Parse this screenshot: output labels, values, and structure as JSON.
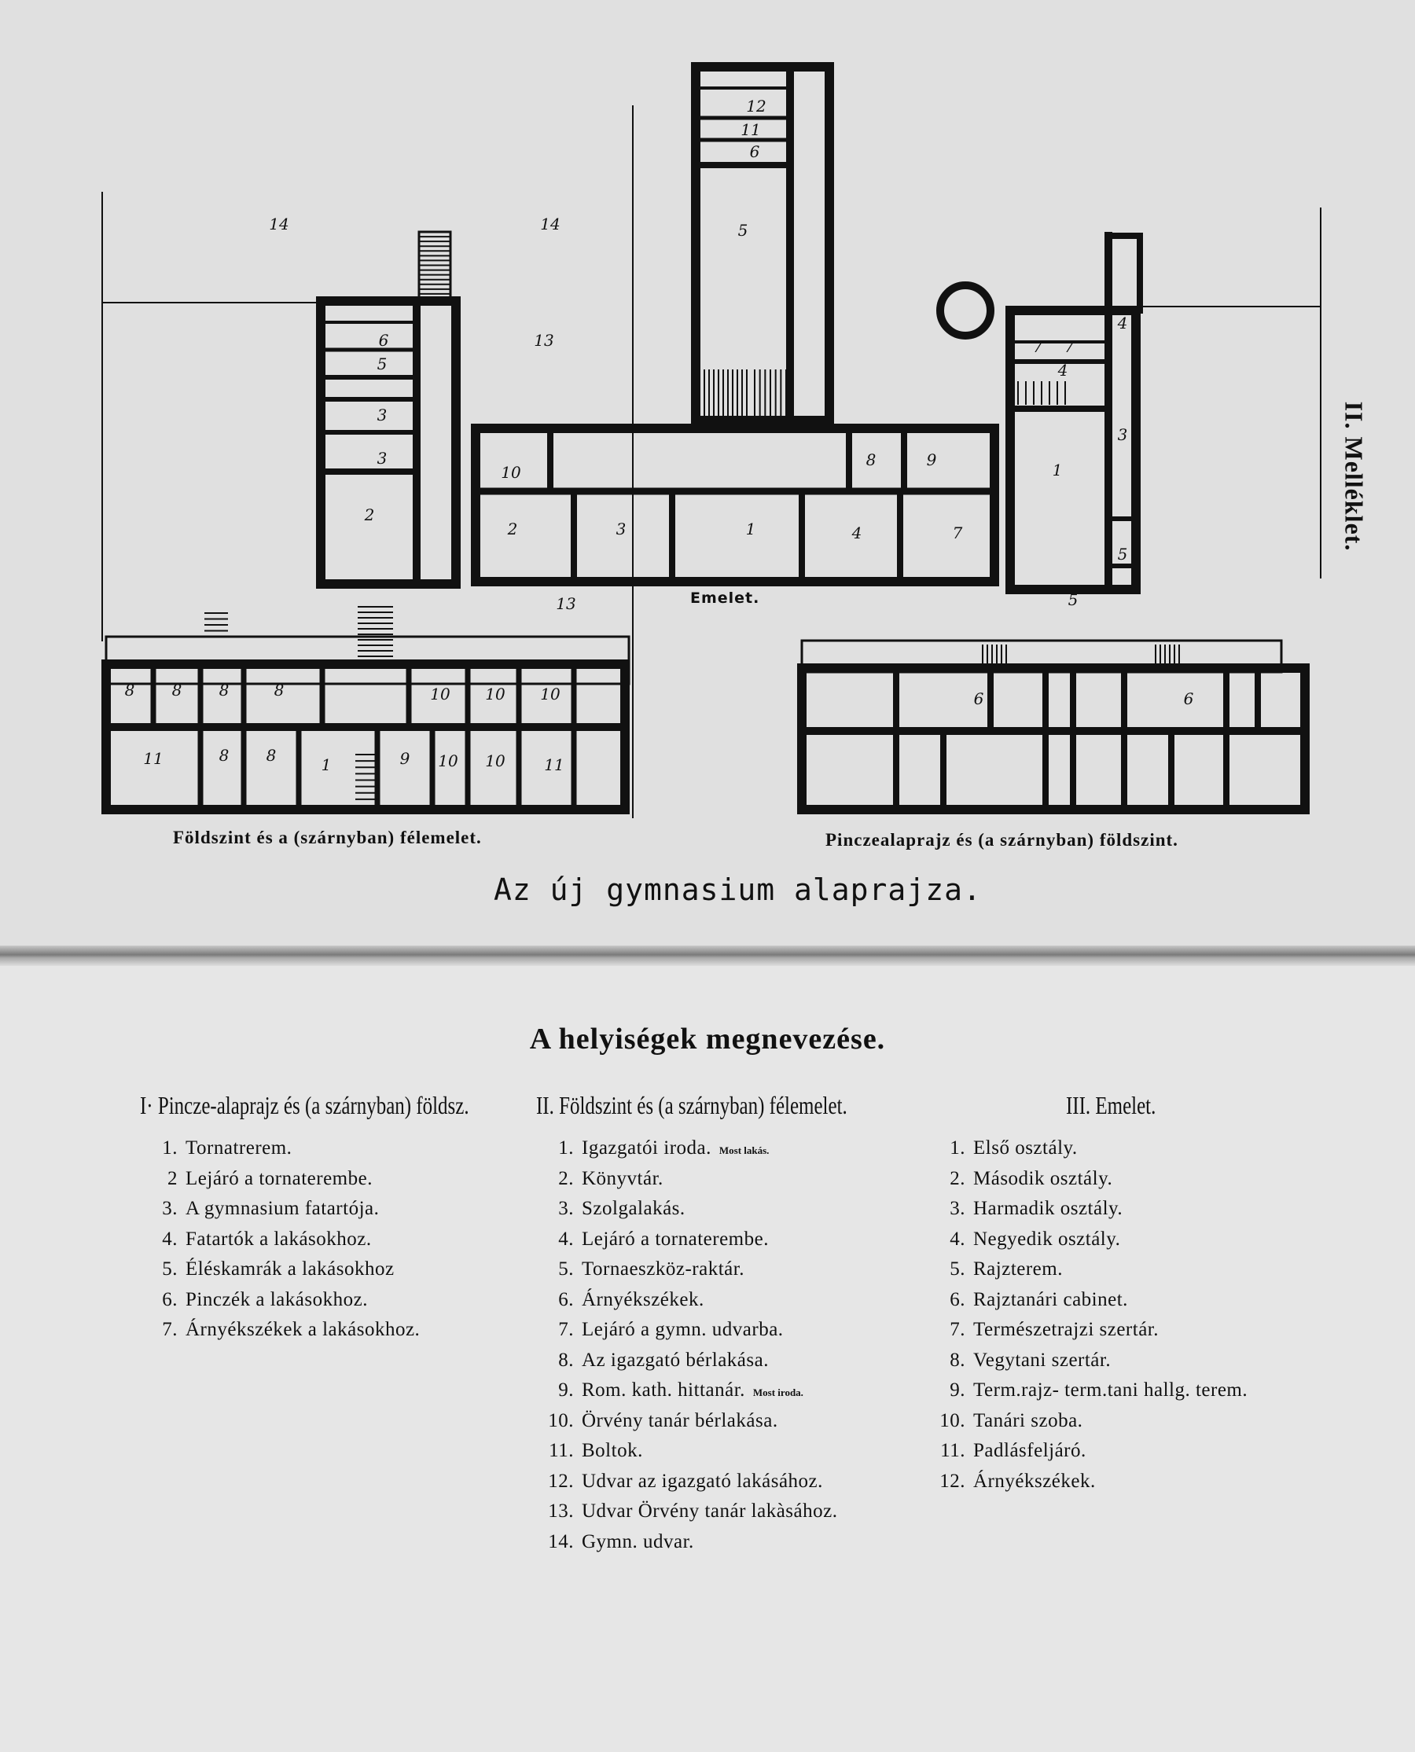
{
  "side_label": "II. Melléklet.",
  "plan": {
    "title": "Az új gymnasium alaprajza.",
    "caption_left": "Földszint és a (szárnyban) félemelet.",
    "caption_right": "Pinczealaprajz és (a szárnyban) földszint.",
    "center_label": "Emelet.",
    "room_numbers": {
      "tower": [
        "12",
        "11",
        "6",
        "5"
      ],
      "left_wing": [
        "6",
        "5",
        "3",
        "3",
        "2"
      ],
      "center_top": [
        "10",
        "8",
        "9"
      ],
      "center_bottom": [
        "2",
        "3",
        "1",
        "4",
        "7"
      ],
      "right_wing": [
        "7",
        "7",
        "4",
        "4",
        "1",
        "3",
        "5",
        "5"
      ],
      "courtyards": [
        "14",
        "14",
        "13",
        "13"
      ],
      "left_ground_top": [
        "8",
        "8",
        "8",
        "8",
        "10",
        "10",
        "10"
      ],
      "left_ground_bottom": [
        "11",
        "8",
        "8",
        "1",
        "9",
        "10",
        "10",
        "11"
      ],
      "right_ground": [
        "6",
        "6"
      ]
    }
  },
  "legend": {
    "title": "A helyiségek megnevezése.",
    "columns": [
      {
        "heading": "I· Pincze-alaprajz és (a szárnyban) földsz.",
        "items": [
          {
            "num": "1.",
            "text": "Tornatrerem."
          },
          {
            "num": "2",
            "text": "Lejáró a tornaterembe."
          },
          {
            "num": "3.",
            "text": "A gymnasium fatartója."
          },
          {
            "num": "4.",
            "text": "Fatartók a lakásokhoz."
          },
          {
            "num": "5.",
            "text": "Éléskamrák a lakásokhoz"
          },
          {
            "num": "6.",
            "text": "Pinczék a lakásokhoz."
          },
          {
            "num": "7.",
            "text": "Árnyékszékek a lakásokhoz."
          }
        ]
      },
      {
        "heading": "II. Földszint és (a szárnyban) félemelet.",
        "items": [
          {
            "num": "1.",
            "text": "Igazgatói iroda.",
            "note": "Most lakás."
          },
          {
            "num": "2.",
            "text": "Könyvtár."
          },
          {
            "num": "3.",
            "text": "Szolgalakás."
          },
          {
            "num": "4.",
            "text": "Lejáró a tornaterembe."
          },
          {
            "num": "5.",
            "text": "Tornaeszköz-raktár."
          },
          {
            "num": "6.",
            "text": "Árnyékszékek."
          },
          {
            "num": "7.",
            "text": "Lejáró a gymn. udvarba."
          },
          {
            "num": "8.",
            "text": "Az igazgató bérlakása."
          },
          {
            "num": "9.",
            "text": "Rom. kath. hittanár.",
            "note": "Most iroda."
          },
          {
            "num": "10.",
            "text": "Örvény tanár bérlakása."
          },
          {
            "num": "11.",
            "text": "Boltok."
          },
          {
            "num": "12.",
            "text": "Udvar az igazgató lakásához."
          },
          {
            "num": "13.",
            "text": "Udvar Örvény tanár lakàsához."
          },
          {
            "num": "14.",
            "text": "Gymn. udvar."
          }
        ]
      },
      {
        "heading": "III. Emelet.",
        "items": [
          {
            "num": "1.",
            "text": "Első osztály."
          },
          {
            "num": "2.",
            "text": "Második osztály."
          },
          {
            "num": "3.",
            "text": "Harmadik osztály."
          },
          {
            "num": "4.",
            "text": "Negyedik osztály."
          },
          {
            "num": "5.",
            "text": "Rajzterem."
          },
          {
            "num": "6.",
            "text": "Rajztanári cabinet."
          },
          {
            "num": "7.",
            "text": "Természetrajzi szertár."
          },
          {
            "num": "8.",
            "text": "Vegytani szertár."
          },
          {
            "num": "9.",
            "text": "Term.rajz- term.tani hallg. terem."
          },
          {
            "num": "10.",
            "text": "Tanári szoba."
          },
          {
            "num": "11.",
            "text": "Padlásfeljáró."
          },
          {
            "num": "12.",
            "text": "Árnyékszékek."
          }
        ]
      }
    ]
  }
}
